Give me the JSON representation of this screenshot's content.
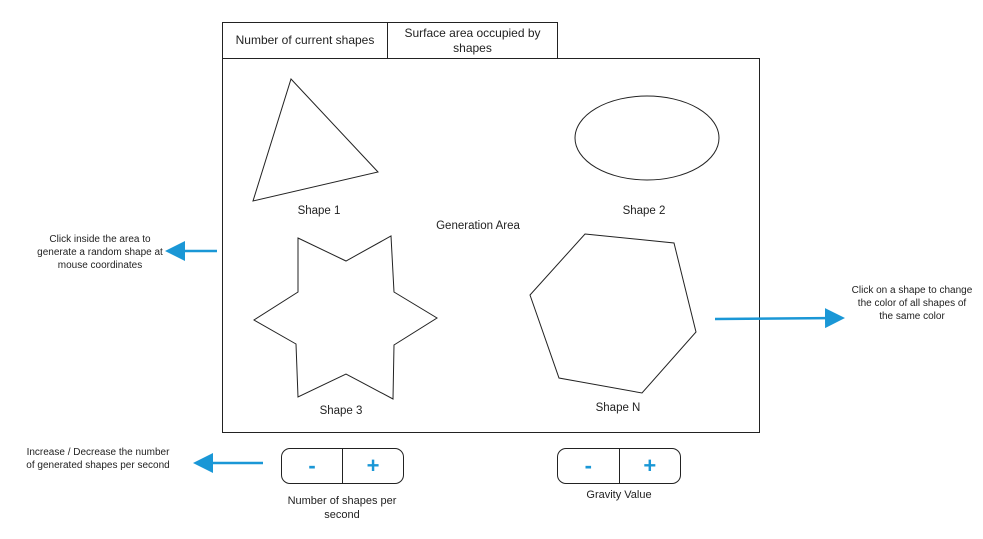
{
  "header": {
    "tab_shape_count": "Number of current shapes",
    "tab_surface_area": "Surface area occupied by shapes"
  },
  "generation_area": {
    "title": "Generation Area",
    "shapes": [
      {
        "label": "Shape 1",
        "kind": "triangle-icon"
      },
      {
        "label": "Shape 2",
        "kind": "ellipse-icon"
      },
      {
        "label": "Shape 3",
        "kind": "star-icon"
      },
      {
        "label": "Shape N",
        "kind": "hexagon-icon"
      }
    ]
  },
  "annotations": {
    "click_area": "Click inside the area to generate a random shape at mouse coordinates",
    "click_shape": "Click on a shape to change the color of all shapes of the same color",
    "shapes_rate": "Increase / Decrease the number of generated shapes per second"
  },
  "controls": {
    "shapes_per_second": {
      "minus": "-",
      "plus": "+",
      "label": "Number of shapes per second"
    },
    "gravity": {
      "minus": "-",
      "plus": "+",
      "label": "Gravity Value"
    }
  },
  "colors": {
    "accent": "#1a97d6",
    "stroke": "#222222"
  }
}
